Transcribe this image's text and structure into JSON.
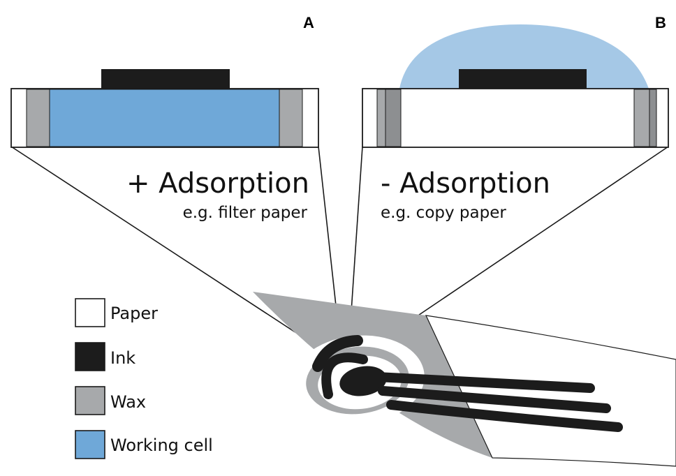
{
  "panels": {
    "a": {
      "letter": "A",
      "title": "+ Adsorption",
      "example": "e.g. filter paper"
    },
    "b": {
      "letter": "B",
      "title": "- Adsorption",
      "example": "e.g. copy paper"
    }
  },
  "legend": {
    "paper": "Paper",
    "ink": "Ink",
    "wax": "Wax",
    "working_cell": "Working cell"
  },
  "colors": {
    "paper": "#ffffff",
    "ink": "#1c1c1c",
    "wax": "#a7a9ab",
    "wax_dark": "#8d8f91",
    "working_cell": "#6fa8d8",
    "droplet": "#a5c8e6",
    "outline": "#1a1a1a"
  }
}
